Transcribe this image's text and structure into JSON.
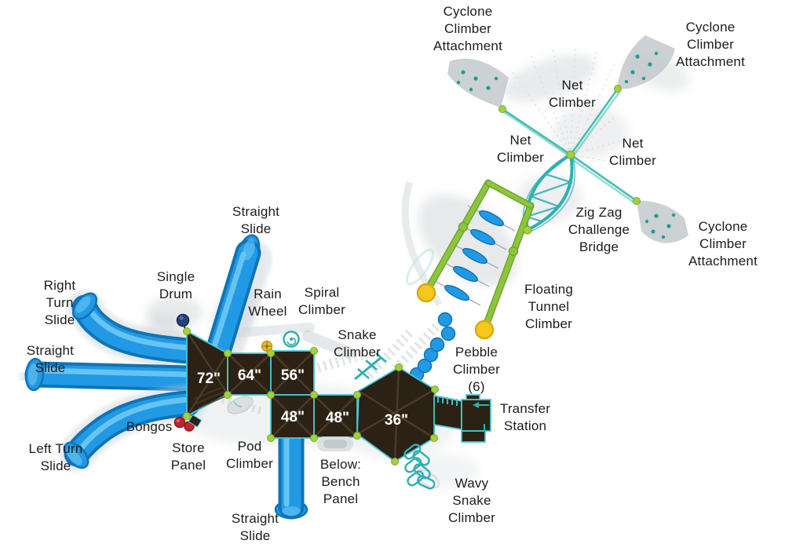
{
  "colors": {
    "slide_blue": "#2199E4",
    "slide_blue_dark": "#0E74B8",
    "slide_blue_light": "#72CBF4",
    "deck_brown": "#2B2114",
    "deck_edge": "#45C8D6",
    "teal": "#2FAFB4",
    "net_teal": "#46BFB2",
    "lime": "#A2D13C",
    "rail_green": "#8CC63F",
    "rail_green_dark": "#6FA52C",
    "foot_yellow": "#F6C81E",
    "bongo_red": "#C3232B",
    "drum_navy": "#25427D",
    "wheel_yellow": "#E9BA2E",
    "ghost_gray": "#C9D1D4",
    "label_color": "#1C1C1C"
  },
  "decks": [
    "72\"",
    "64\"",
    "56\"",
    "48\"",
    "48\"",
    "36\""
  ],
  "labels": [
    {
      "id": "cyclone-climber-attachment-top-left",
      "text": "Cyclone\nClimber\nAttachment"
    },
    {
      "id": "cyclone-climber-attachment-top-right",
      "text": "Cyclone\nClimber\nAttachment"
    },
    {
      "id": "net-climber-top",
      "text": "Net\nClimber"
    },
    {
      "id": "net-climber-left",
      "text": "Net\nClimber"
    },
    {
      "id": "net-climber-right",
      "text": "Net\nClimber"
    },
    {
      "id": "zig-zag-challenge-bridge",
      "text": "Zig Zag\nChallenge\nBridge"
    },
    {
      "id": "cyclone-climber-attachment-right",
      "text": "Cyclone\nClimber\nAttachment"
    },
    {
      "id": "floating-tunnel-climber",
      "text": "Floating\nTunnel\nClimber"
    },
    {
      "id": "straight-slide-top",
      "text": "Straight\nSlide"
    },
    {
      "id": "single-drum",
      "text": "Single\nDrum"
    },
    {
      "id": "rain-wheel",
      "text": "Rain\nWheel"
    },
    {
      "id": "spiral-climber",
      "text": "Spiral\nClimber"
    },
    {
      "id": "right-turn-slide",
      "text": "Right\nTurn\nSlide"
    },
    {
      "id": "snake-climber",
      "text": "Snake\nClimber"
    },
    {
      "id": "straight-slide-left",
      "text": "Straight\nSlide"
    },
    {
      "id": "pebble-climber",
      "text": "Pebble\nClimber\n(6)"
    },
    {
      "id": "transfer-station",
      "text": "Transfer\nStation"
    },
    {
      "id": "bongos",
      "text": "Bongos"
    },
    {
      "id": "store-panel",
      "text": "Store\nPanel"
    },
    {
      "id": "pod-climber",
      "text": "Pod\nClimber"
    },
    {
      "id": "below-bench-panel",
      "text": "Below:\nBench\nPanel"
    },
    {
      "id": "wavy-snake-climber",
      "text": "Wavy\nSnake\nClimber"
    },
    {
      "id": "left-turn-slide",
      "text": "Left Turn\nSlide"
    },
    {
      "id": "straight-slide-bottom",
      "text": "Straight\nSlide"
    }
  ]
}
